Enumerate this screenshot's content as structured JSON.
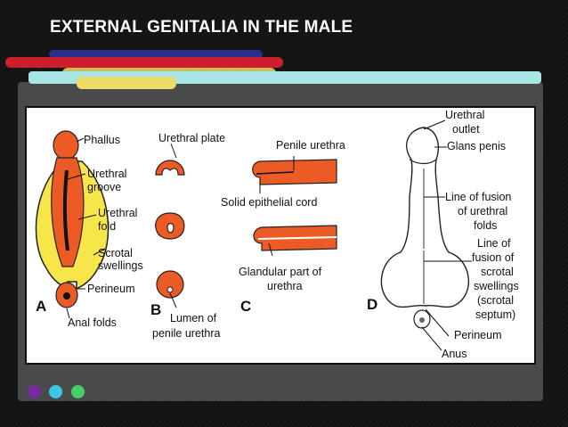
{
  "slide": {
    "title": "EXTERNAL GENITALIA IN THE MALE"
  },
  "colors": {
    "tissue": "#ec5a26",
    "swelling": "#f7e64a",
    "accent_red": "#cc1f2b",
    "accent_navy": "#2a2f8c",
    "accent_yellow": "#eddb6a",
    "accent_teal": "#a8e6e6",
    "dot_purple": "#7a2aa0",
    "dot_cyan": "#3ec7e0",
    "dot_green": "#49cf6a"
  },
  "figure": {
    "panel_a": {
      "letter": "A",
      "labels": {
        "phallus": "Phallus",
        "urethral_groove_1": "Urethral",
        "urethral_groove_2": "groove",
        "urethral_fold_1": "Urethral",
        "urethral_fold_2": "fold",
        "scrotal_swellings_1": "Scrotal",
        "scrotal_swellings_2": "swellings",
        "perineum": "Perineum",
        "anal_folds": "Anal folds"
      }
    },
    "panel_b": {
      "letter": "B",
      "labels": {
        "urethral_plate": "Urethral plate",
        "lumen_1": "Lumen of",
        "lumen_2": "penile urethra"
      }
    },
    "panel_c": {
      "letter": "C",
      "labels": {
        "penile_urethra": "Penile urethra",
        "solid_cord": "Solid epithelial cord",
        "glandular_1": "Glandular part of",
        "glandular_2": "urethra"
      }
    },
    "panel_d": {
      "letter": "D",
      "labels": {
        "urethral_outlet_1": "Urethral",
        "urethral_outlet_2": "outlet",
        "glans_penis": "Glans penis",
        "fusion_urethral_1": "Line of fusion",
        "fusion_urethral_2": "of urethral",
        "fusion_urethral_3": "folds",
        "fusion_scrotal_1": "Line of",
        "fusion_scrotal_2": "fusion of",
        "fusion_scrotal_3": "scrotal",
        "fusion_scrotal_4": "swellings",
        "fusion_scrotal_5": "(scrotal",
        "fusion_scrotal_6": "septum)",
        "perineum": "Perineum",
        "anus": "Anus"
      }
    }
  }
}
